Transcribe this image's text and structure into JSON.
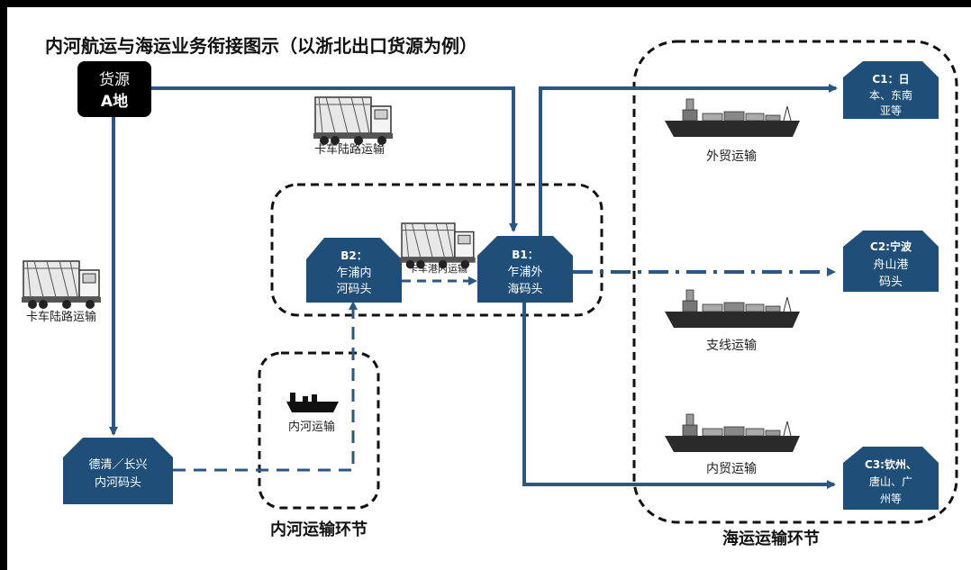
{
  "title": "内河航运与海运业务衔接图示（以浙北出口货源为例）",
  "source_node": {
    "line1": "货源",
    "line2": "A地"
  },
  "nodes": {
    "b1": {
      "line1": "B1：",
      "line2": "乍浦外",
      "line3": "海码头"
    },
    "b2": {
      "line1": "B2：",
      "line2": "乍浦内",
      "line3": "河码头"
    },
    "deqing": {
      "line1": "德清／长兴",
      "line2": "内河码头"
    },
    "c1": {
      "line1": "C1：日",
      "line2": "本、东南",
      "line3": "亚等"
    },
    "c2": {
      "line1": "C2:宁波",
      "line2": "舟山港",
      "line3": "码头"
    },
    "c3": {
      "line1": "C3:钦州、",
      "line2": "唐山、广",
      "line3": "州等"
    }
  },
  "labels": {
    "truck_top": "卡车陆路运输",
    "truck_left": "卡车陆路运输",
    "truck_port": "卡车港内运输",
    "inland_transport": "内河运输",
    "foreign_trade": "外贸运输",
    "feeder": "支线运输",
    "domestic_trade": "内贸运输",
    "inland_segment": "内河运输环节",
    "sea_segment": "海运运输环节"
  },
  "colors": {
    "node_fill": "#1f4e79",
    "arrow": "#2c5784",
    "source_fill": "#000000",
    "text_on_node": "#ffffff"
  }
}
